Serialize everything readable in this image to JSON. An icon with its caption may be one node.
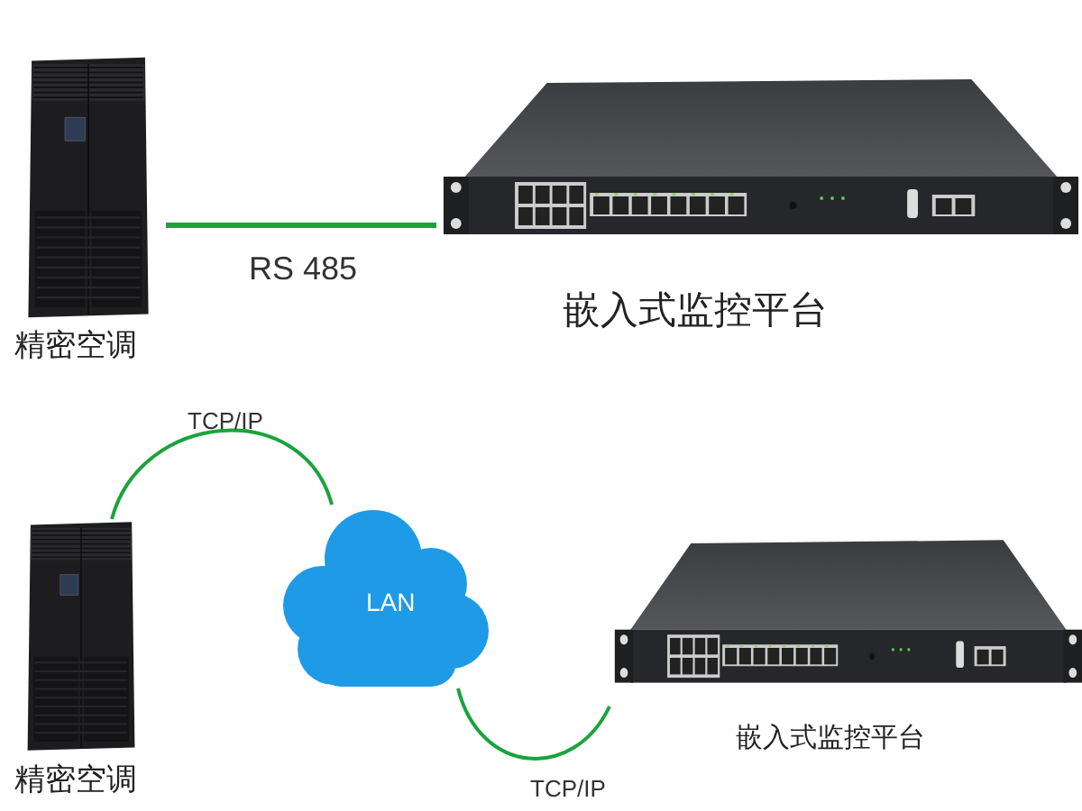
{
  "diagram": {
    "nodes": [
      {
        "text": [
          "精密空调"
        ]
      },
      {
        "text": [
          "嵌入式监控平台"
        ]
      },
      {
        "text": [
          "精密空调"
        ]
      },
      {
        "text": [
          "LAN"
        ]
      },
      {
        "text": [
          "嵌入式监控平台"
        ]
      }
    ],
    "edges": [
      {
        "from": 0,
        "to": 1,
        "arrow": "none",
        "label": "RS 485"
      },
      {
        "from": 2,
        "to": 3,
        "arrow": "none",
        "label": "TCP/IP"
      },
      {
        "from": 3,
        "to": 4,
        "arrow": "none",
        "label": "TCP/IP"
      }
    ]
  }
}
